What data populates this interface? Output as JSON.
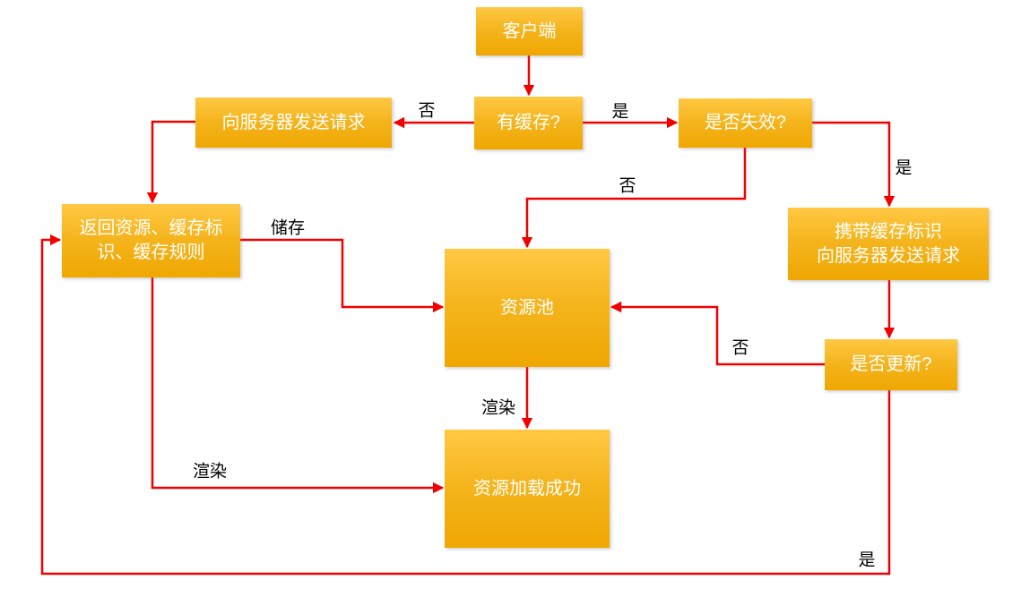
{
  "diagram_type": "flowchart",
  "colors": {
    "background": "#FFFFFF",
    "node_fill_top": "#FFC844",
    "node_fill_bottom": "#EFA702",
    "node_text": "#FFFFFF",
    "connector": "#F20000",
    "edge_label_text": "#000000"
  },
  "nodes": {
    "client": {
      "label": "客户端"
    },
    "has_cache": {
      "label": "有缓存?"
    },
    "send_request": {
      "label": "向服务器发送请求"
    },
    "is_expired": {
      "label": "是否失效?"
    },
    "return_resource": {
      "label": "返回资源、缓存标识、缓存规则"
    },
    "carry_request": {
      "line1": "携带缓存标识",
      "line2": "向服务器发送请求"
    },
    "resource_pool": {
      "label": "资源池"
    },
    "is_updated": {
      "label": "是否更新?"
    },
    "load_success": {
      "label": "资源加载成功"
    }
  },
  "edge_labels": {
    "has_cache_no": "否",
    "has_cache_yes": "是",
    "expired_yes": "是",
    "expired_no": "否",
    "store": "储存",
    "updated_no": "否",
    "render_pool": "渲染",
    "render_direct": "渲染",
    "updated_yes": "是"
  }
}
